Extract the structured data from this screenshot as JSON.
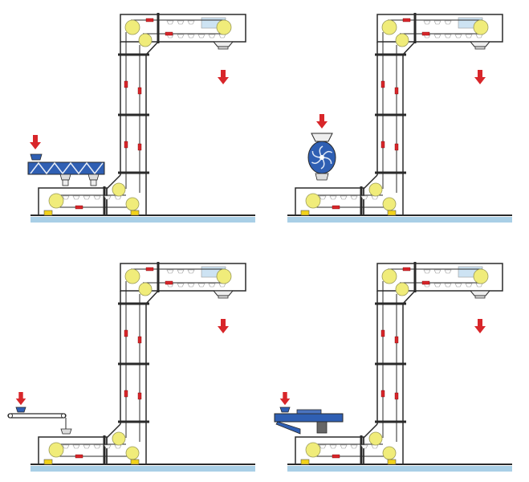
{
  "diagram": {
    "type": "z-type-bucket-elevator-feeding-methods",
    "panels": [
      {
        "feeder": "screw-conveyor-feeder"
      },
      {
        "feeder": "rotary-feeder"
      },
      {
        "feeder": "belt-conveyor-feeder"
      },
      {
        "feeder": "vibratory-feeder"
      }
    ]
  },
  "colors": {
    "frame": "#2a2a2a",
    "pulley": "#f0ec7a",
    "arrow": "#d8262a",
    "feeder": "#2f5fb3",
    "ground": "#a9cfe6",
    "foot": "#f2d21a"
  }
}
